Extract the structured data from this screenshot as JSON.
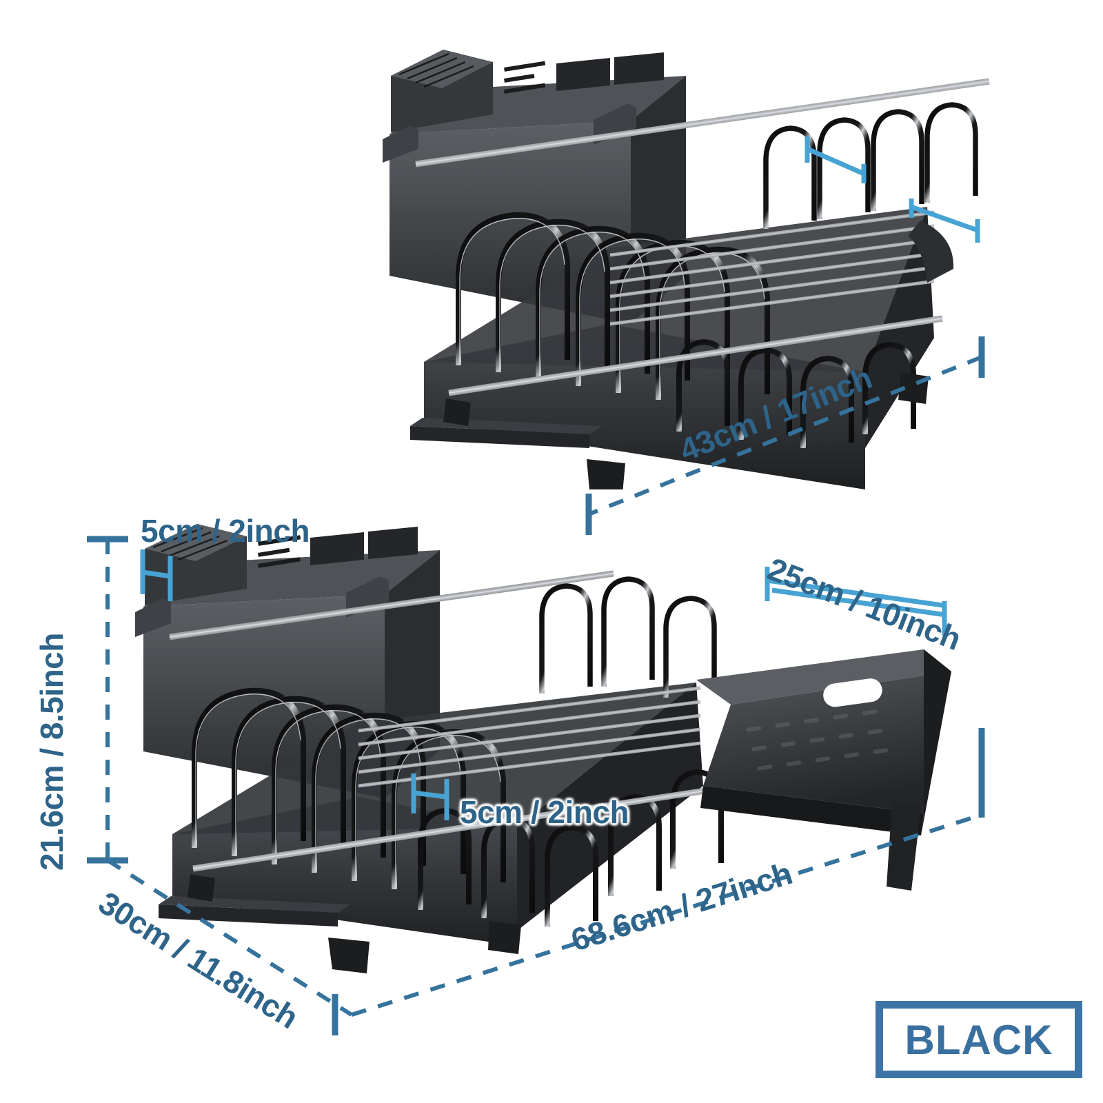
{
  "diagram": {
    "title": "Dish Drying Rack Dimension Diagram",
    "accent_color": "#2e6489",
    "cyan_color": "#47a3d3",
    "background": "#ffffff"
  },
  "views": [
    {
      "id": "top-view",
      "name": "compact-retracted-view",
      "description": "Dish rack shown in compact / retracted configuration"
    },
    {
      "id": "bottom-view",
      "name": "expanded-extended-view",
      "description": "Dish rack shown expanded with extended drainboard tray"
    }
  ],
  "dimensions": {
    "top_width": {
      "label": "43cm / 17inch",
      "cm": 43,
      "inch": 17,
      "view": "top-view",
      "axis": "width"
    },
    "knife_block_top": {
      "label": "5cm / 2inch",
      "cm": 5,
      "inch": 2,
      "view": "bottom-view",
      "axis": "knife-slot-width"
    },
    "height": {
      "label": "21.6cm / 8.5inch",
      "cm": 21.6,
      "inch": 8.5,
      "view": "bottom-view",
      "axis": "height"
    },
    "tray_width": {
      "label": "25cm / 10inch",
      "cm": 25,
      "inch": 10,
      "view": "bottom-view",
      "axis": "tray-depth"
    },
    "rail_gap": {
      "label": "5cm / 2inch",
      "cm": 5,
      "inch": 2,
      "view": "bottom-view",
      "axis": "cup-holder-gap"
    },
    "depth": {
      "label": "30cm / 11.8inch",
      "cm": 30,
      "inch": 11.8,
      "view": "bottom-view",
      "axis": "depth"
    },
    "total_length": {
      "label": "68.6cm / 27inch",
      "cm": 68.6,
      "inch": 27,
      "view": "bottom-view",
      "axis": "length"
    }
  },
  "color_badge": {
    "label": "BLACK",
    "border_color": "#3d74a5",
    "text_color": "#3a70a0",
    "fill": "#ffffff"
  }
}
